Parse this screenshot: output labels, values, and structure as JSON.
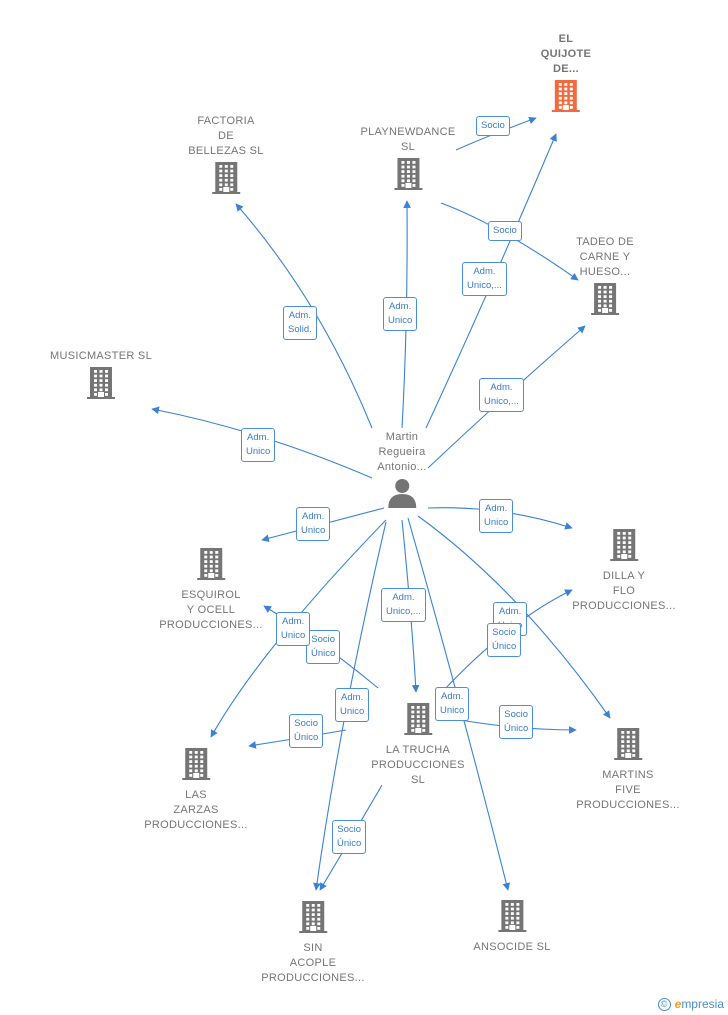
{
  "colors": {
    "edge": "#3b82d6",
    "node": "#757575",
    "highlight": "#f26a3d",
    "label_border": "#4a90d9"
  },
  "person": {
    "label": [
      "Martin",
      "Regueira",
      "Antonio..."
    ],
    "icon": "person-icon"
  },
  "companies": [
    {
      "id": "quijote",
      "label": [
        "EL",
        "QUIJOTE",
        "DE..."
      ],
      "highlight": true,
      "icon": "building-icon"
    },
    {
      "id": "factoria",
      "label": [
        "FACTORIA",
        "DE",
        "BELLEZAS SL"
      ],
      "icon": "building-icon"
    },
    {
      "id": "playnew",
      "label": [
        "PLAYNEWDANCE",
        "SL"
      ],
      "icon": "building-icon"
    },
    {
      "id": "tadeo",
      "label": [
        "TADEO DE",
        "CARNE Y",
        "HUESO..."
      ],
      "icon": "building-icon"
    },
    {
      "id": "musicmaster",
      "label": [
        "MUSICMASTER SL"
      ],
      "icon": "building-icon"
    },
    {
      "id": "esquirol",
      "label": [
        "ESQUIROL",
        "Y OCELL",
        "PRODUCCIONES..."
      ],
      "icon": "building-icon"
    },
    {
      "id": "dilla",
      "label": [
        "DILLA Y",
        "FLO",
        "PRODUCCIONES..."
      ],
      "icon": "building-icon"
    },
    {
      "id": "trucha",
      "label": [
        "LA TRUCHA",
        "PRODUCCIONES",
        "SL"
      ],
      "icon": "building-icon"
    },
    {
      "id": "zarzas",
      "label": [
        "LAS",
        "ZARZAS",
        "PRODUCCIONES..."
      ],
      "icon": "building-icon"
    },
    {
      "id": "martins",
      "label": [
        "MARTINS",
        "FIVE",
        "PRODUCCIONES..."
      ],
      "icon": "building-icon"
    },
    {
      "id": "sin",
      "label": [
        "SIN",
        "ACOPLE",
        "PRODUCCIONES..."
      ],
      "icon": "building-icon"
    },
    {
      "id": "ansocide",
      "label": [
        "ANSOCIDE SL"
      ],
      "icon": "building-icon"
    }
  ],
  "edge_labels": [
    {
      "id": "l1",
      "text": [
        "Socio"
      ]
    },
    {
      "id": "l2",
      "text": [
        "Socio"
      ]
    },
    {
      "id": "l3",
      "text": [
        "Adm.",
        "Unico,..."
      ]
    },
    {
      "id": "l4",
      "text": [
        "Adm.",
        "Solid."
      ]
    },
    {
      "id": "l5",
      "text": [
        "Adm.",
        "Unico"
      ]
    },
    {
      "id": "l6",
      "text": [
        "Adm.",
        "Unico,..."
      ]
    },
    {
      "id": "l7",
      "text": [
        "Adm.",
        "Unico"
      ]
    },
    {
      "id": "l8",
      "text": [
        "Adm.",
        "Unico"
      ]
    },
    {
      "id": "l9",
      "text": [
        "Adm.",
        "Unico"
      ]
    },
    {
      "id": "l10",
      "text": [
        "Adm.",
        "Unico,..."
      ]
    },
    {
      "id": "l11",
      "text": [
        "Adm.",
        "Unico"
      ]
    },
    {
      "id": "l12",
      "text": [
        "Socio",
        "Único"
      ]
    },
    {
      "id": "l13",
      "text": [
        "Adm.",
        "Unico"
      ]
    },
    {
      "id": "l14",
      "text": [
        "Socio",
        "Único"
      ]
    },
    {
      "id": "l15",
      "text": [
        "Adm.",
        "Unico"
      ]
    },
    {
      "id": "l16",
      "text": [
        "Socio",
        "Único"
      ]
    },
    {
      "id": "l17",
      "text": [
        "Adm.",
        "Unico"
      ]
    },
    {
      "id": "l18",
      "text": [
        "Socio",
        "Único"
      ]
    },
    {
      "id": "l19",
      "text": [
        "Socio",
        "Único"
      ]
    }
  ],
  "brand": {
    "copyright": "©",
    "initial": "e",
    "rest": "mpresia"
  }
}
